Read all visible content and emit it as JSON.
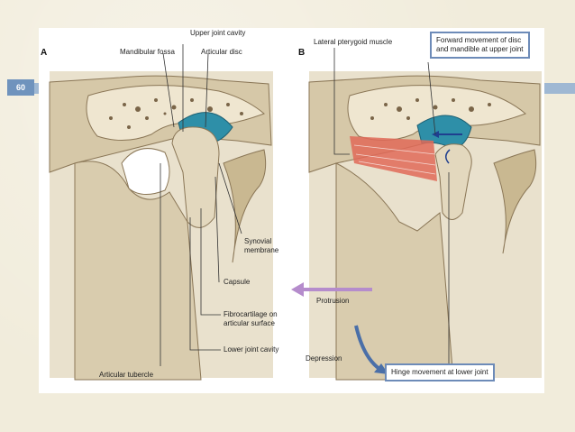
{
  "slide": {
    "page_number": "60"
  },
  "panel_a": {
    "letter": "A",
    "labels": {
      "upper_joint_cavity": "Upper joint cavity",
      "mandibular_fossa": "Mandibular fossa",
      "articular_disc": "Articular disc",
      "synovial_membrane_1": "Synovial",
      "synovial_membrane_2": "membrane",
      "capsule": "Capsule",
      "fibrocartilage_1": "Fibrocartilage on",
      "fibrocartilage_2": "articular surface",
      "lower_joint_cavity": "Lower joint cavity",
      "articular_tubercle": "Articular tubercle"
    }
  },
  "panel_b": {
    "letter": "B",
    "labels": {
      "lateral_pterygoid": "Lateral pterygoid muscle",
      "forward_movement_1": "Forward movement of disc",
      "forward_movement_2": "and mandible at upper joint",
      "protrusion": "Protrusion",
      "depression": "Depression",
      "hinge_movement": "Hinge movement at lower joint"
    }
  },
  "colors": {
    "bone": "#d8cbb0",
    "bone_dark": "#b8a27c",
    "disc": "#2e8fa8",
    "muscle": "#e06a58",
    "protrusion_arrow": "#b58ccc",
    "depression_arrow": "#4a6fa8",
    "callout_border": "#6d8bb8"
  }
}
